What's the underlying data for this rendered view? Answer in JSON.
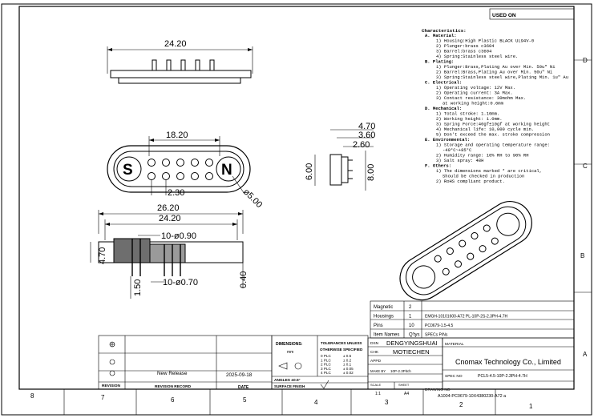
{
  "header": {
    "used_on": "USED ON"
  },
  "zones": {
    "right": [
      "D",
      "C",
      "B",
      "A"
    ],
    "bottom": [
      "8",
      "7",
      "6",
      "5",
      "4",
      "3",
      "2",
      "1"
    ]
  },
  "notes": {
    "heading": "Characteristics:",
    "lines": [
      "A. Material:",
      "1) Housing:High Plastic BLACK UL94V-0",
      "2) Plunger:brass c3604",
      "3) Barrel:brass c3604",
      "4) Spring:Stainless steel wire.",
      "B. Plating:",
      "1) Plunger:Brass,Plating  Au over Min. 50u\" Ni",
      "2) Barrel:Brass,Plating  Au over Min. 50u\" Ni",
      "3) Spring:Stainless steel wire,Plating Min. 1u\" Au",
      "C. Electrical:",
      "1) Operating voltage: 12V Max.",
      "2) Operating current: 3A Max.",
      "3) Contact resistance: 30mohm Max.",
      "at working height:0.6mm",
      "D. Mechanical:",
      "1) Total stroke: 1.10mm.",
      "2) Working height: 1.0mm.",
      "3) Spring Force:40gf±10gf at working height",
      "4) Mechanical life: 10,000 cycle min.",
      "5) Don't exceed the max. stroke compression",
      "E. Environmental:",
      "1) Storage and operating temperature range:",
      "-40°C~+85°C",
      "2) Humidity range: 10% RH to 90% RH",
      "3) Salt spray: 48H",
      "F. Others:",
      "1) The dimensions marked * are critical,",
      "Should be checked in production",
      "2) RoHS compliant product."
    ]
  },
  "top_view": {
    "dim_length": "24.20",
    "dim_face_length": "18.20",
    "dim_pitch": "2.30",
    "dim_diameter": "ø5.00",
    "label_s": "S",
    "label_n": "N"
  },
  "side_view": {
    "dim_4_70": "4.70",
    "dim_3_60": "3.60",
    "dim_2_60": "2.60",
    "dim_height_left": "6.00",
    "dim_height_right": "8.00"
  },
  "front_view": {
    "dim_overall": "26.20",
    "dim_body": "24.20",
    "dim_pin_head": "10-ø0.90",
    "dim_pin_tail": "10-ø0.70",
    "dim_height": "4.70",
    "dim_tail_len": "1.50",
    "dim_plate": "0.40"
  },
  "bom": {
    "rows": [
      {
        "name": "Magnetic",
        "qty": "2",
        "part": ""
      },
      {
        "name": "Housings",
        "qty": "1",
        "part": "EMGH-10101600-A72        PL-10P-2S-2.3PH-4.7H"
      },
      {
        "name": "Pins",
        "qty": "10",
        "part": "PC0679-1.5-4.5"
      },
      {
        "name": "Item Names",
        "qty": "Q'tys",
        "part": "SPECs P/Ns"
      }
    ]
  },
  "title_block": {
    "dsn_label": "DSN",
    "dsn_value": "DENGYINGSHUAI",
    "chk_label": "CHK",
    "chk_value": "MOTIECHEN",
    "appd_label": "APPD",
    "make_label": "MAKE BY",
    "make_value": "10P-2.3Pitch",
    "scale_label": "SCALE",
    "scale_value": "1:1",
    "sheet_label": "SHEET",
    "sheet_value": "A4",
    "company": "Cnomax Technology Co., Limited",
    "material_label": "MATERIAL",
    "spec_label": "SPEC NO",
    "spec_value": "PCL5-4.5-10P-2.3PH-4.7H",
    "drawing_label": "DRAWING NO",
    "drawing_value": "A1004-PC0679-10X4380230-A72  a",
    "dimensions_label": "DIMENSIONS:",
    "dimensions_unit": "mm",
    "tolerance_title": "TOLERANCES UNLESS",
    "tolerance_sub": "OTHERWISE SPECIFIED",
    "tolerances": [
      {
        "k": "0 PLC",
        "v": "± 0.5"
      },
      {
        "k": "1 PLC",
        "v": "± 0.2"
      },
      {
        "k": "2 PLC",
        "v": "± 0.1"
      },
      {
        "k": "3 PLC",
        "v": "± 0.05"
      },
      {
        "k": "4 PLC",
        "v": "± 0.02"
      }
    ],
    "angles_label": "ANGLES ±0.5°",
    "finish_label": "SURFACE FINISH"
  },
  "revisions": {
    "rows": [
      {
        "mark": "",
        "record": "",
        "date": ""
      },
      {
        "mark": "",
        "record": "",
        "date": ""
      },
      {
        "mark": "",
        "record": "New Release",
        "date": "2025-09-18"
      }
    ],
    "col_revision": "REVISION",
    "col_record": "REVISION RECORD",
    "col_date": "DATE"
  }
}
